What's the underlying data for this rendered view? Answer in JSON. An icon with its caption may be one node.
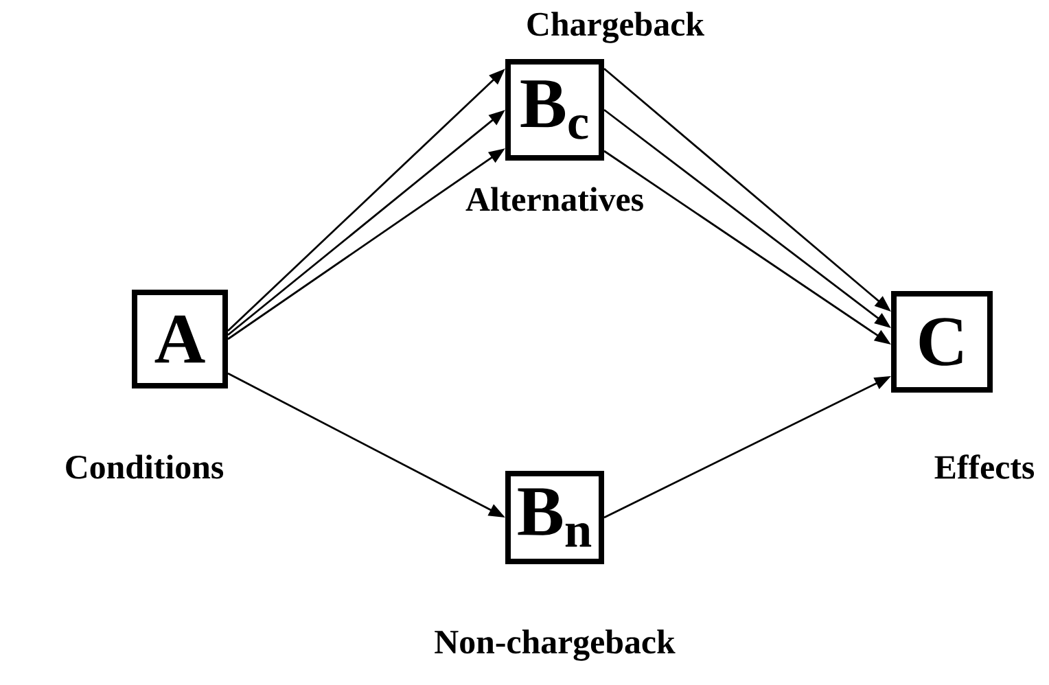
{
  "diagram": {
    "nodes": [
      {
        "text": [
          "A"
        ],
        "beside": [
          "Conditions"
        ]
      },
      {
        "text": [
          "B$_{c}$"
        ],
        "beside": [
          "Chargeback",
          "Alternatives"
        ]
      },
      {
        "text": [
          "C"
        ],
        "beside": [
          "Effects"
        ]
      },
      {
        "text": [
          "B$_{n}$"
        ],
        "beside": [
          "Non-chargeback"
        ]
      }
    ],
    "edges": [
      {
        "from": 0,
        "to": 1,
        "arrow": "to"
      },
      {
        "from": 0,
        "to": 1,
        "arrow": "to"
      },
      {
        "from": 0,
        "to": 1,
        "arrow": "to"
      },
      {
        "from": 1,
        "to": 2,
        "arrow": "to"
      },
      {
        "from": 1,
        "to": 2,
        "arrow": "to"
      },
      {
        "from": 1,
        "to": 2,
        "arrow": "to"
      },
      {
        "from": 0,
        "to": 3,
        "arrow": "to"
      },
      {
        "from": 3,
        "to": 2,
        "arrow": "to"
      }
    ]
  }
}
